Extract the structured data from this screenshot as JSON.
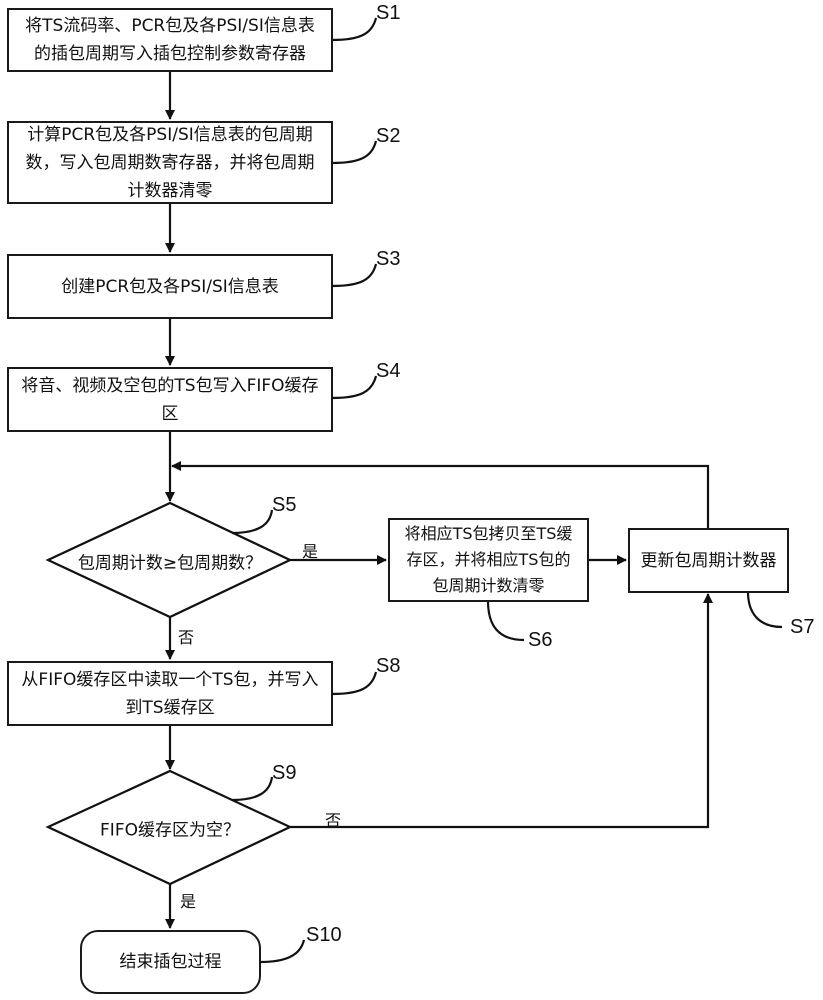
{
  "diagram": {
    "type": "flowchart",
    "steps": {
      "s1": {
        "id": "S1",
        "text": "将TS流码率、PCR包及各PSI/SI信息表的插包周期写入插包控制参数寄存器"
      },
      "s2": {
        "id": "S2",
        "text": "计算PCR包及各PSI/SI信息表的包周期数，写入包周期数寄存器，并将包周期计数器清零"
      },
      "s3": {
        "id": "S3",
        "text": "创建PCR包及各PSI/SI信息表"
      },
      "s4": {
        "id": "S4",
        "text": "将音、视频及空包的TS包写入FIFO缓存区"
      },
      "s5": {
        "id": "S5",
        "text": "包周期计数≥包周期数？"
      },
      "s6": {
        "id": "S6",
        "text": "将相应TS包拷贝至TS缓存区，并将相应TS包的包周期计数清零"
      },
      "s7": {
        "id": "S7",
        "text": "更新包周期计数器"
      },
      "s8": {
        "id": "S8",
        "text": "从FIFO缓存区中读取一个TS包，并写入到TS缓存区"
      },
      "s9": {
        "id": "S9",
        "text": "FIFO缓存区为空？"
      },
      "s10": {
        "id": "S10",
        "text": "结束插包过程"
      }
    },
    "branches": {
      "s5_yes": "是",
      "s5_no": "否",
      "s9_no": "否",
      "s9_yes": "是"
    },
    "edges": [
      {
        "from": "S1",
        "to": "S2"
      },
      {
        "from": "S2",
        "to": "S3"
      },
      {
        "from": "S3",
        "to": "S4"
      },
      {
        "from": "S4",
        "to": "S5"
      },
      {
        "from": "S5",
        "to": "S6",
        "label": "是"
      },
      {
        "from": "S5",
        "to": "S8",
        "label": "否"
      },
      {
        "from": "S6",
        "to": "S7"
      },
      {
        "from": "S7",
        "to": "S5"
      },
      {
        "from": "S8",
        "to": "S9"
      },
      {
        "from": "S9",
        "to": "S7",
        "label": "否"
      },
      {
        "from": "S9",
        "to": "S10",
        "label": "是"
      }
    ]
  }
}
